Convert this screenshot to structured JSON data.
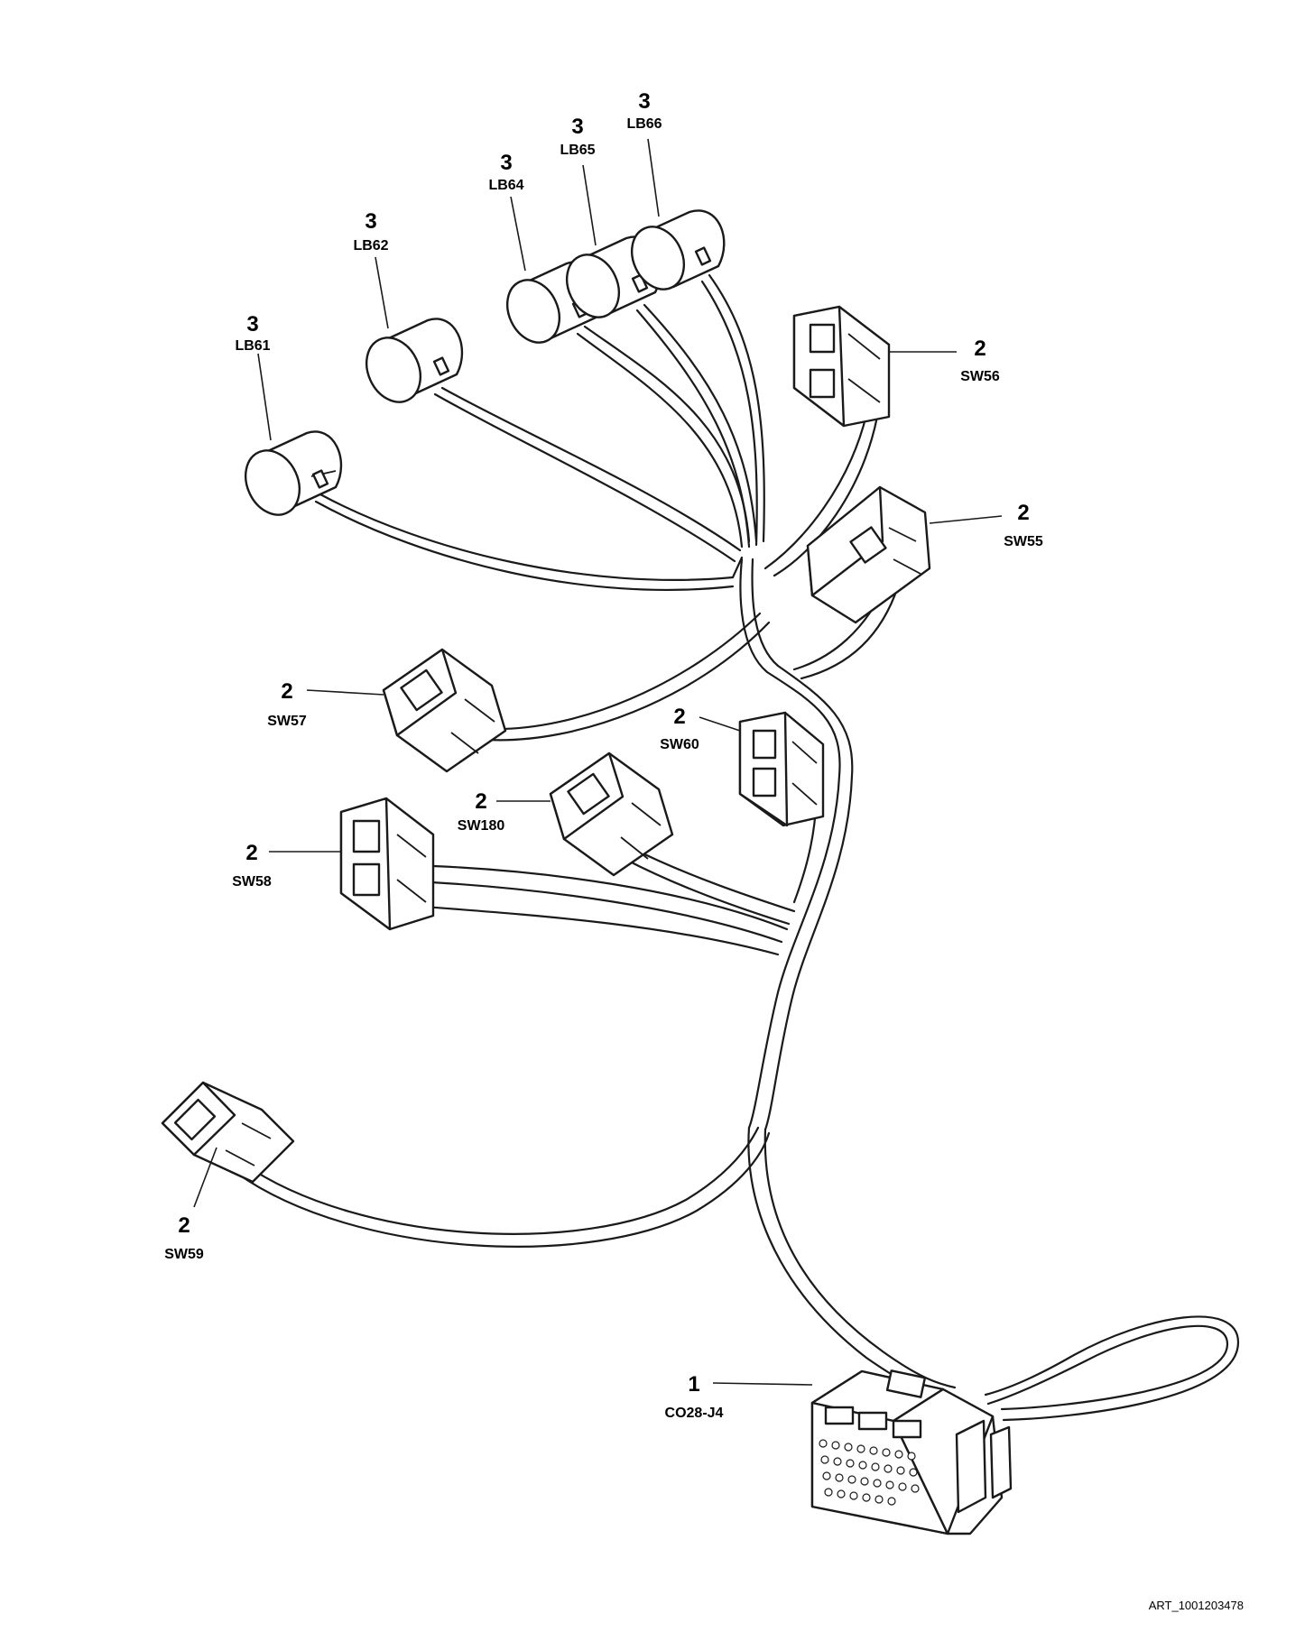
{
  "callouts": [
    {
      "id": "lb61",
      "num": "3",
      "ref": "LB61"
    },
    {
      "id": "lb62",
      "num": "3",
      "ref": "LB62"
    },
    {
      "id": "lb64",
      "num": "3",
      "ref": "LB64"
    },
    {
      "id": "lb65",
      "num": "3",
      "ref": "LB65"
    },
    {
      "id": "lb66",
      "num": "3",
      "ref": "LB66"
    },
    {
      "id": "sw56",
      "num": "2",
      "ref": "SW56"
    },
    {
      "id": "sw55",
      "num": "2",
      "ref": "SW55"
    },
    {
      "id": "sw57",
      "num": "2",
      "ref": "SW57"
    },
    {
      "id": "sw60",
      "num": "2",
      "ref": "SW60"
    },
    {
      "id": "sw180",
      "num": "2",
      "ref": "SW180"
    },
    {
      "id": "sw58",
      "num": "2",
      "ref": "SW58"
    },
    {
      "id": "sw59",
      "num": "2",
      "ref": "SW59"
    },
    {
      "id": "co28",
      "num": "1",
      "ref": "CO28-J4"
    }
  ],
  "art_id": "ART_1001203478"
}
